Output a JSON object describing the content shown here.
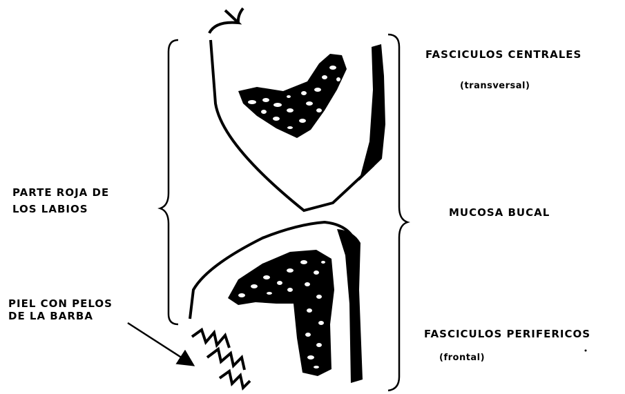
{
  "labels": {
    "fasciculos_centrales": "FASCICULOS   CENTRALES",
    "transversal": "(transversal)",
    "parte_roja_line1": "PARTE  ROJA DE",
    "parte_roja_line2": "LOS  LABIOS",
    "mucosa_bucal": "MUCOSA BUCAL",
    "piel_line1": "PIEL CON PELOS",
    "piel_line2": "DE LA BARBA",
    "fasciculos_perifericos": "FASCICULOS  PERIFERICOS",
    "frontal": "(frontal)"
  },
  "colors": {
    "ink": "#000000",
    "background": "#ffffff"
  }
}
